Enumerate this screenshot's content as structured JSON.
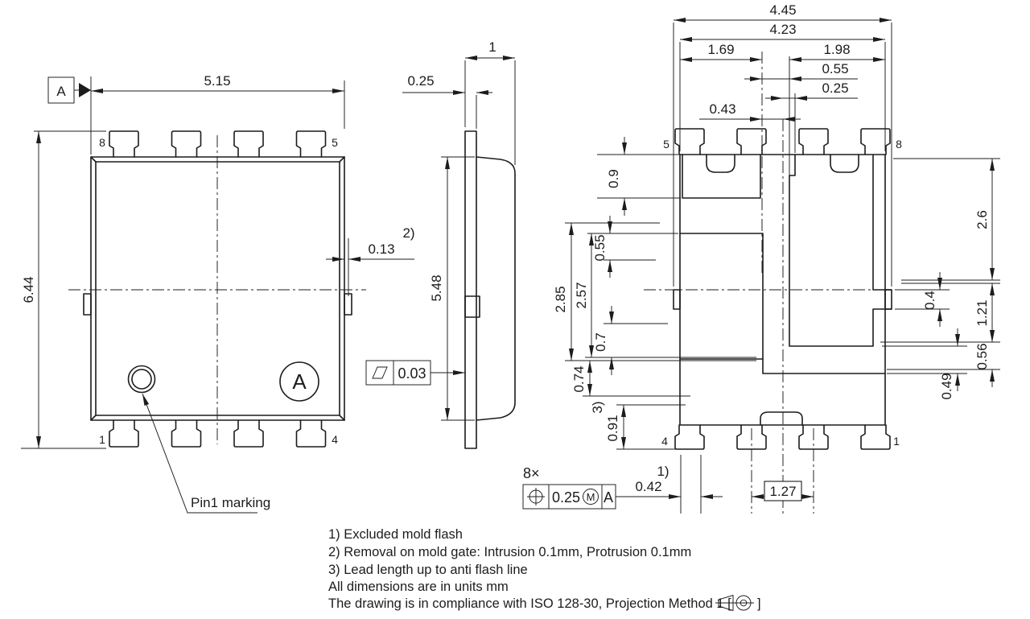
{
  "top_view": {
    "datum_label": "A",
    "dim_width": "5.15",
    "dim_height": "6.44",
    "note2_ref": "2)",
    "dim_gate": "0.13",
    "pin_top_left": "8",
    "pin_top_right": "5",
    "pin_bottom_left": "1",
    "pin_bottom_right": "4",
    "marking_letter": "A",
    "pin1_label": "Pin1 marking"
  },
  "side_view": {
    "dim_total_thickness": "1",
    "dim_lead_thickness": "0.25",
    "dim_body_height": "5.48",
    "flatness_value": "0.03"
  },
  "bottom_view": {
    "dim_overall_width": "4.45",
    "dim_body_width": "4.23",
    "dim_left_group": "1.69",
    "dim_right_pad": "1.98",
    "dim_a": "0.55",
    "dim_b": "0.25",
    "dim_c": "0.43",
    "dim_top_pad_depth": "0.9",
    "dim_left_a": "0.55",
    "dim_left_pad_height": "2.57",
    "dim_left_total": "2.85",
    "dim_left_b": "0.7",
    "dim_left_c": "0.74",
    "dim_lead_len": "0.91",
    "note3_ref": "3)",
    "dim_right_pad_height": "2.6",
    "dim_tab": "0.4",
    "dim_right_a": "1.21",
    "dim_right_b": "0.56",
    "dim_right_c": "0.49",
    "dim_lead_width": "0.42",
    "note1_ref": "1)",
    "dim_pitch": "1.27",
    "pin_top_left": "5",
    "pin_top_right": "8",
    "pin_bottom_left": "4",
    "pin_bottom_right": "1",
    "fcf": {
      "count": "8×",
      "tolerance": "0.25",
      "modifier": "M",
      "datum": "A"
    }
  },
  "notes": {
    "n1": "1) Excluded mold flash",
    "n2": "2) Removal on mold gate: Intrusion 0.1mm, Protrusion 0.1mm",
    "n3": "3) Lead length up to anti flash line",
    "n4": "All dimensions are in units mm",
    "n5_prefix": "The drawing is in compliance with ISO 128-30, Projection Method 1 [",
    "n5_suffix": "]"
  },
  "colors": {
    "line": "#1c1c1c",
    "background": "#ffffff"
  }
}
